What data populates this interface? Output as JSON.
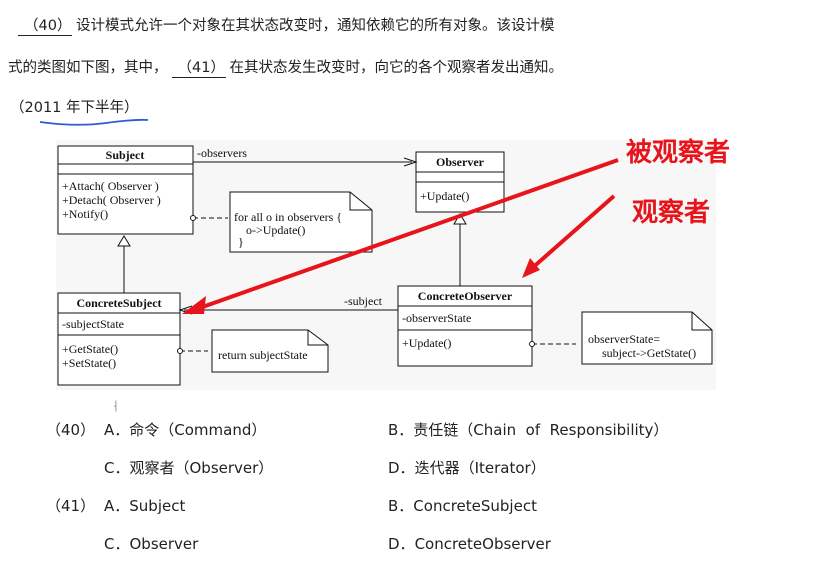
{
  "question": {
    "line1_blank": "（40）",
    "line1_text": "设计模式允许一个对象在其状态改变时，通知依赖它的所有对象。该设计模",
    "line2_prefix": "式的类图如下图，其中，",
    "line2_blank": "（41）",
    "line2_text": "在其状态发生改变时，向它的各个观察者发出通知。",
    "year_note": "（2011 年下半年）"
  },
  "diagram": {
    "subject": {
      "name": "Subject",
      "ops": [
        "+Attach( Observer )",
        "+Detach( Observer )",
        "+Notify()"
      ]
    },
    "observer": {
      "name": "Observer",
      "ops": [
        "+Update()"
      ]
    },
    "concrete_subject": {
      "name": "ConcreteSubject",
      "attrs": [
        "-subjectState"
      ],
      "ops": [
        "+GetState()",
        "+SetState()"
      ]
    },
    "concrete_observer": {
      "name": "ConcreteObserver",
      "attrs": [
        "-observerState"
      ],
      "ops": [
        "+Update()"
      ]
    },
    "assoc_observers": "-observers",
    "assoc_subject": "-subject",
    "note_notify": [
      "for all o in observers {",
      "o->Update()",
      "}"
    ],
    "note_getstate": [
      "return subjectState"
    ],
    "note_update": [
      "observerState=",
      "subject->GetState()"
    ]
  },
  "annotations": {
    "subject_label": "被观察者",
    "observer_label": "观察者",
    "color": "#e8141b"
  },
  "options": [
    {
      "label": "（40）",
      "items": [
        {
          "key": "A．",
          "text": "命令（Command）"
        },
        {
          "key": "B．",
          "text": "责任链（Chain  of  Responsibility）"
        },
        {
          "key": "C．",
          "text": "观察者（Observer）"
        },
        {
          "key": "D．",
          "text": "迭代器（Iterator）"
        }
      ]
    },
    {
      "label": "（41）",
      "items": [
        {
          "key": "A．",
          "text": "Subject"
        },
        {
          "key": "B．",
          "text": "ConcreteSubject"
        },
        {
          "key": "C．",
          "text": "Observer"
        },
        {
          "key": "D．",
          "text": "ConcreteObserver"
        }
      ]
    }
  ]
}
